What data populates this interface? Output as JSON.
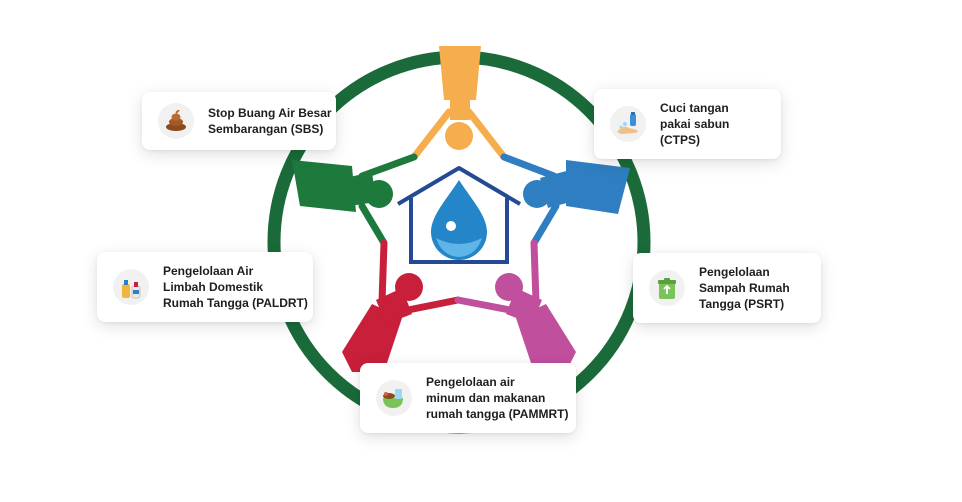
{
  "cards": {
    "sbs": {
      "lines": [
        "Stop Buang Air Besar",
        "Sembarangan (SBS)"
      ],
      "icon": "feces-icon"
    },
    "ctps": {
      "lines": [
        "Cuci tangan",
        "pakai sabun",
        "(CTPS)"
      ],
      "icon": "handwash-icon"
    },
    "paldrt": {
      "lines": [
        "Pengelolaan Air",
        "Limbah Domestik",
        "Rumah Tangga (PALDRT)"
      ],
      "icon": "wastewater-bottles-icon"
    },
    "psrt": {
      "lines": [
        "Pengelolaan",
        "Sampah Rumah",
        "Tangga (PSRT)"
      ],
      "icon": "recycle-bin-icon"
    },
    "pammrt": {
      "lines": [
        "Pengelolaan air",
        "minum dan makanan",
        "rumah tangga (PAMMRT)"
      ],
      "icon": "food-water-icon"
    }
  },
  "center": {
    "icon": "house-water-drop-icon"
  },
  "colors": {
    "ring": "#1a6b39",
    "orange": "#f6ad4e",
    "blue": "#2f7ec1",
    "green": "#1d7a3c",
    "red": "#c81f3b",
    "magenta": "#c04f9e",
    "house": "#254a94",
    "drop": "#2486c8"
  }
}
